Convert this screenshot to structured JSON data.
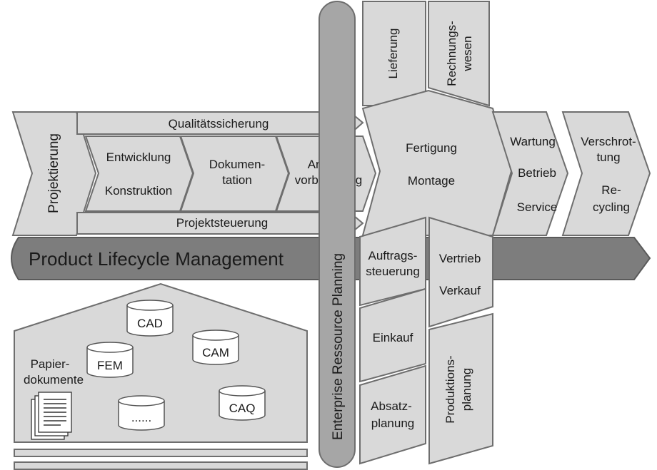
{
  "plm": {
    "title": "Product Lifecycle Management"
  },
  "erp": {
    "title": "Enterprise Ressource Planning"
  },
  "phases": {
    "projektierung": "Projektierung",
    "qualitaetssicherung": "Qualitätssicherung",
    "entwicklung": "Entwicklung",
    "konstruktion": "Konstruktion",
    "dokumentation_1": "Dokumen-",
    "dokumentation_2": "tation",
    "arbeitsvorbereitung_1": "Arbeits-",
    "arbeitsvorbereitung_2": "vorbereitung",
    "projektsteuerung": "Projektsteuerung",
    "fertigung": "Fertigung",
    "montage": "Montage",
    "wartung": "Wartung",
    "betrieb": "Betrieb",
    "service": "Service",
    "verschrottung_1": "Verschrot-",
    "verschrottung_2": "tung",
    "recycling_1": "Re-",
    "recycling_2": "cycling"
  },
  "erp_modules": {
    "lieferung": "Lieferung",
    "rechnungswesen_1": "Rechnungs-",
    "rechnungswesen_2": "wesen",
    "auftragssteuerung_1": "Auftrags-",
    "auftragssteuerung_2": "steuerung",
    "vertrieb": "Vertrieb",
    "verkauf": "Verkauf",
    "einkauf": "Einkauf",
    "absatzplanung_1": "Absatz-",
    "absatzplanung_2": "planung",
    "produktionsplanung_1": "Produktions-",
    "produktionsplanung_2": "planung"
  },
  "data_store": {
    "papierdokumente_1": "Papier-",
    "papierdokumente_2": "dokumente",
    "cad": "CAD",
    "cam": "CAM",
    "fem": "FEM",
    "caq": "CAQ",
    "ellipsis": "......"
  }
}
